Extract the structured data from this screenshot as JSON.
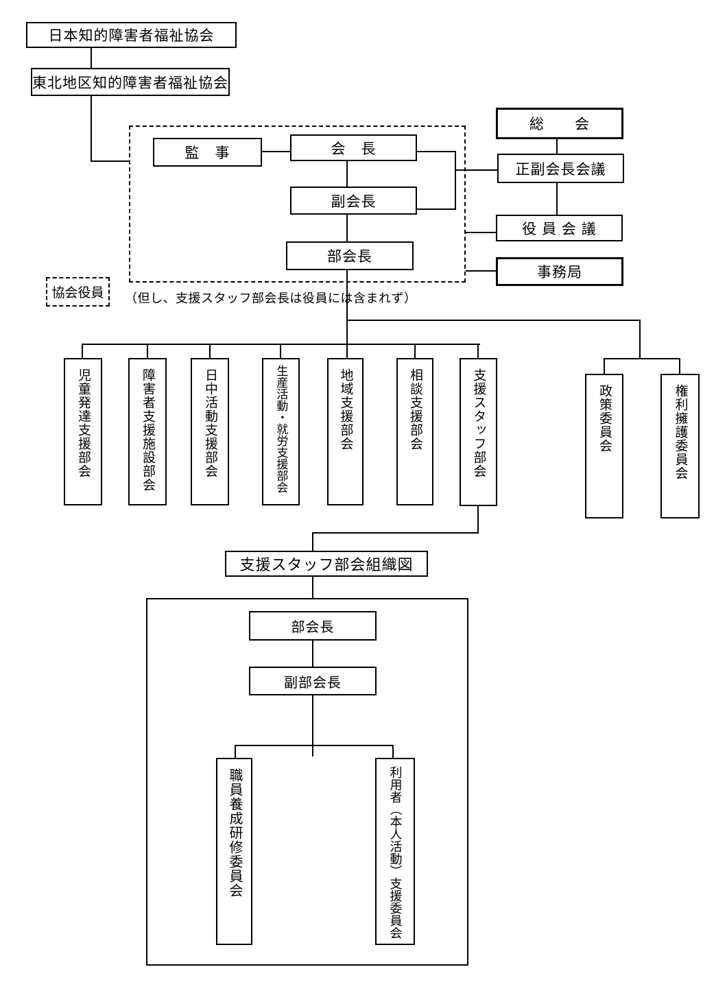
{
  "page": {
    "background": "#ffffff",
    "line_color": "#000000"
  },
  "hierarchy": {
    "national": "日本知的障害者福祉協会",
    "regional": "東北地区知的障害者福祉協会"
  },
  "officers_group": {
    "label": "協会役員",
    "note": "（但し、支援スタッフ部会長は役員には含まれず）",
    "auditor": "監　事",
    "president": "会　長",
    "vice_president": "副会長",
    "section_chief": "部会長"
  },
  "assemblies": {
    "general_meeting": "総　　会",
    "presidents_council": "正副会長会議",
    "officers_council": "役 員 会 議",
    "secretariat": "事務局"
  },
  "sections": [
    {
      "label": "児童発達支援部会"
    },
    {
      "label": "障害者支援施設部会"
    },
    {
      "label": "日中活動支援部会"
    },
    {
      "label": "生産活動・就労支援部会"
    },
    {
      "label": "地域支援部会"
    },
    {
      "label": "相談支援部会"
    },
    {
      "label": "支援スタッフ部会"
    }
  ],
  "committees": [
    {
      "label": "政策委員会"
    },
    {
      "label": "権利擁護委員会"
    }
  ],
  "staff_section_chart": {
    "title": "支援スタッフ部会組織図",
    "chief": "部会長",
    "vice_chief": "副部会長",
    "committees": [
      {
        "label": "職員養成研修委員会"
      },
      {
        "label": "利用者（本人活動）支援委員会"
      }
    ]
  }
}
